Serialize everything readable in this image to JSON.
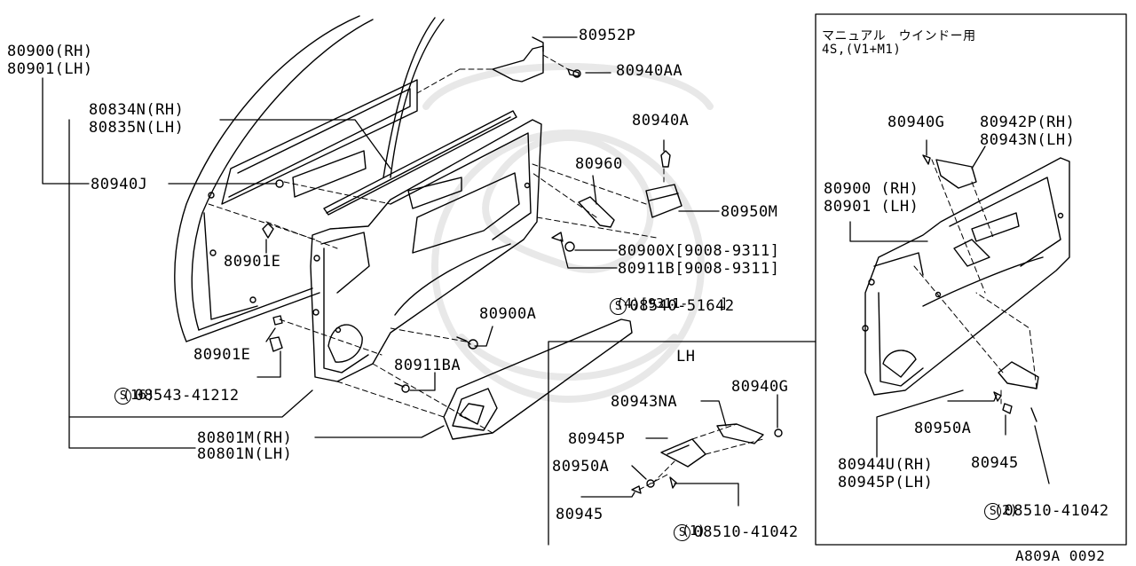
{
  "labels": {
    "p80900_rh": "80900(RH)",
    "p80901_lh": "80901(LH)",
    "p80834n_rh": "80834N(RH)",
    "p80835n_lh": "80835N(LH)",
    "p80940j": "80940J",
    "p80901e_a": "80901E",
    "p80901e_b": "80901E",
    "p08543": "08543-41212",
    "p08543_qty": "(16)",
    "p80801m_rh": "80801M(RH)",
    "p80801n_lh": "80801N(LH)",
    "p80952p": "80952P",
    "p80940aa": "80940AA",
    "p80940a": "80940A",
    "p80960": "80960",
    "p80950m": "80950M",
    "p80900x": "80900X[9008-9311]",
    "p80911b": "80911B[9008-9311]",
    "p08540": "08540-51642",
    "p08540_qty": "(4)[9311-    ]",
    "p80900a": "80900A",
    "p80911ba": "80911BA",
    "lh_heading": "LH",
    "lh_80940g": "80940G",
    "lh_80943na": "80943NA",
    "lh_80945p": "80945P",
    "lh_80950a": "80950A",
    "lh_80945": "80945",
    "lh_08510": "08510-41042",
    "lh_08510_qty": "(1)",
    "inset_line1": "マニュアル　ウインドー用",
    "inset_line2": "4S,(V1+M1)",
    "in_80940g": "80940G",
    "in_80942p_rh": "80942P(RH)",
    "in_80943n_lh": "80943N(LH)",
    "in_80900_rh": "80900 (RH)",
    "in_80901_lh": "80901 (LH)",
    "in_80950a": "80950A",
    "in_80945": "80945",
    "in_80944u_rh": "80944U(RH)",
    "in_80945p_lh": "80945P(LH)",
    "in_08510": "08510-41042",
    "in_08510_qty": "(2)",
    "s_mark": "S",
    "ref_code": "A809A 0092"
  }
}
